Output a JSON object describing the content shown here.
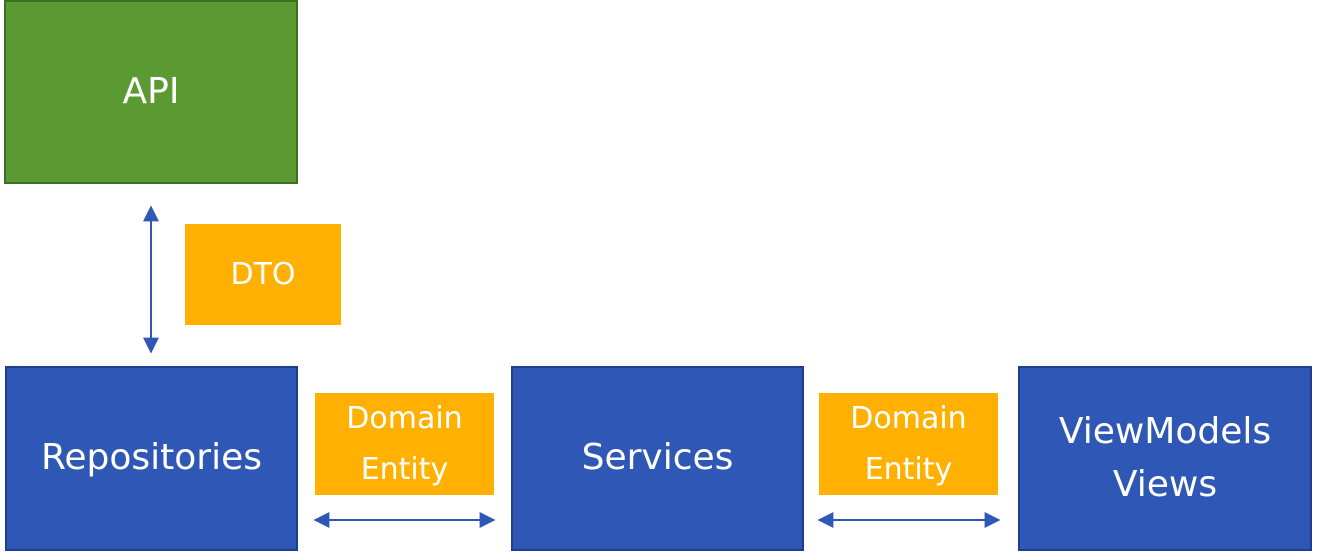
{
  "nodes": {
    "api": {
      "label": "API",
      "color": "#5b9a32"
    },
    "repositories": {
      "label": "Repositories",
      "color": "#2f57b6"
    },
    "services": {
      "label": "Services",
      "color": "#2f57b6"
    },
    "viewmodels_views": {
      "lines": [
        "ViewModels",
        "Views"
      ],
      "color": "#2f57b6"
    }
  },
  "transfer_objects": {
    "dto": {
      "label": "DTO",
      "color": "#ffb000"
    },
    "domain_entity_1": {
      "lines": [
        "Domain",
        "Entity"
      ],
      "color": "#ffb000"
    },
    "domain_entity_2": {
      "lines": [
        "Domain",
        "Entity"
      ],
      "color": "#ffb000"
    }
  },
  "connectors": [
    {
      "from": "API",
      "to": "Repositories",
      "direction": "bidirectional",
      "carries": "DTO"
    },
    {
      "from": "Repositories",
      "to": "Services",
      "direction": "bidirectional",
      "carries": "Domain Entity"
    },
    {
      "from": "Services",
      "to": "ViewModels Views",
      "direction": "bidirectional",
      "carries": "Domain Entity"
    }
  ],
  "connector_color": "#2f57b6"
}
